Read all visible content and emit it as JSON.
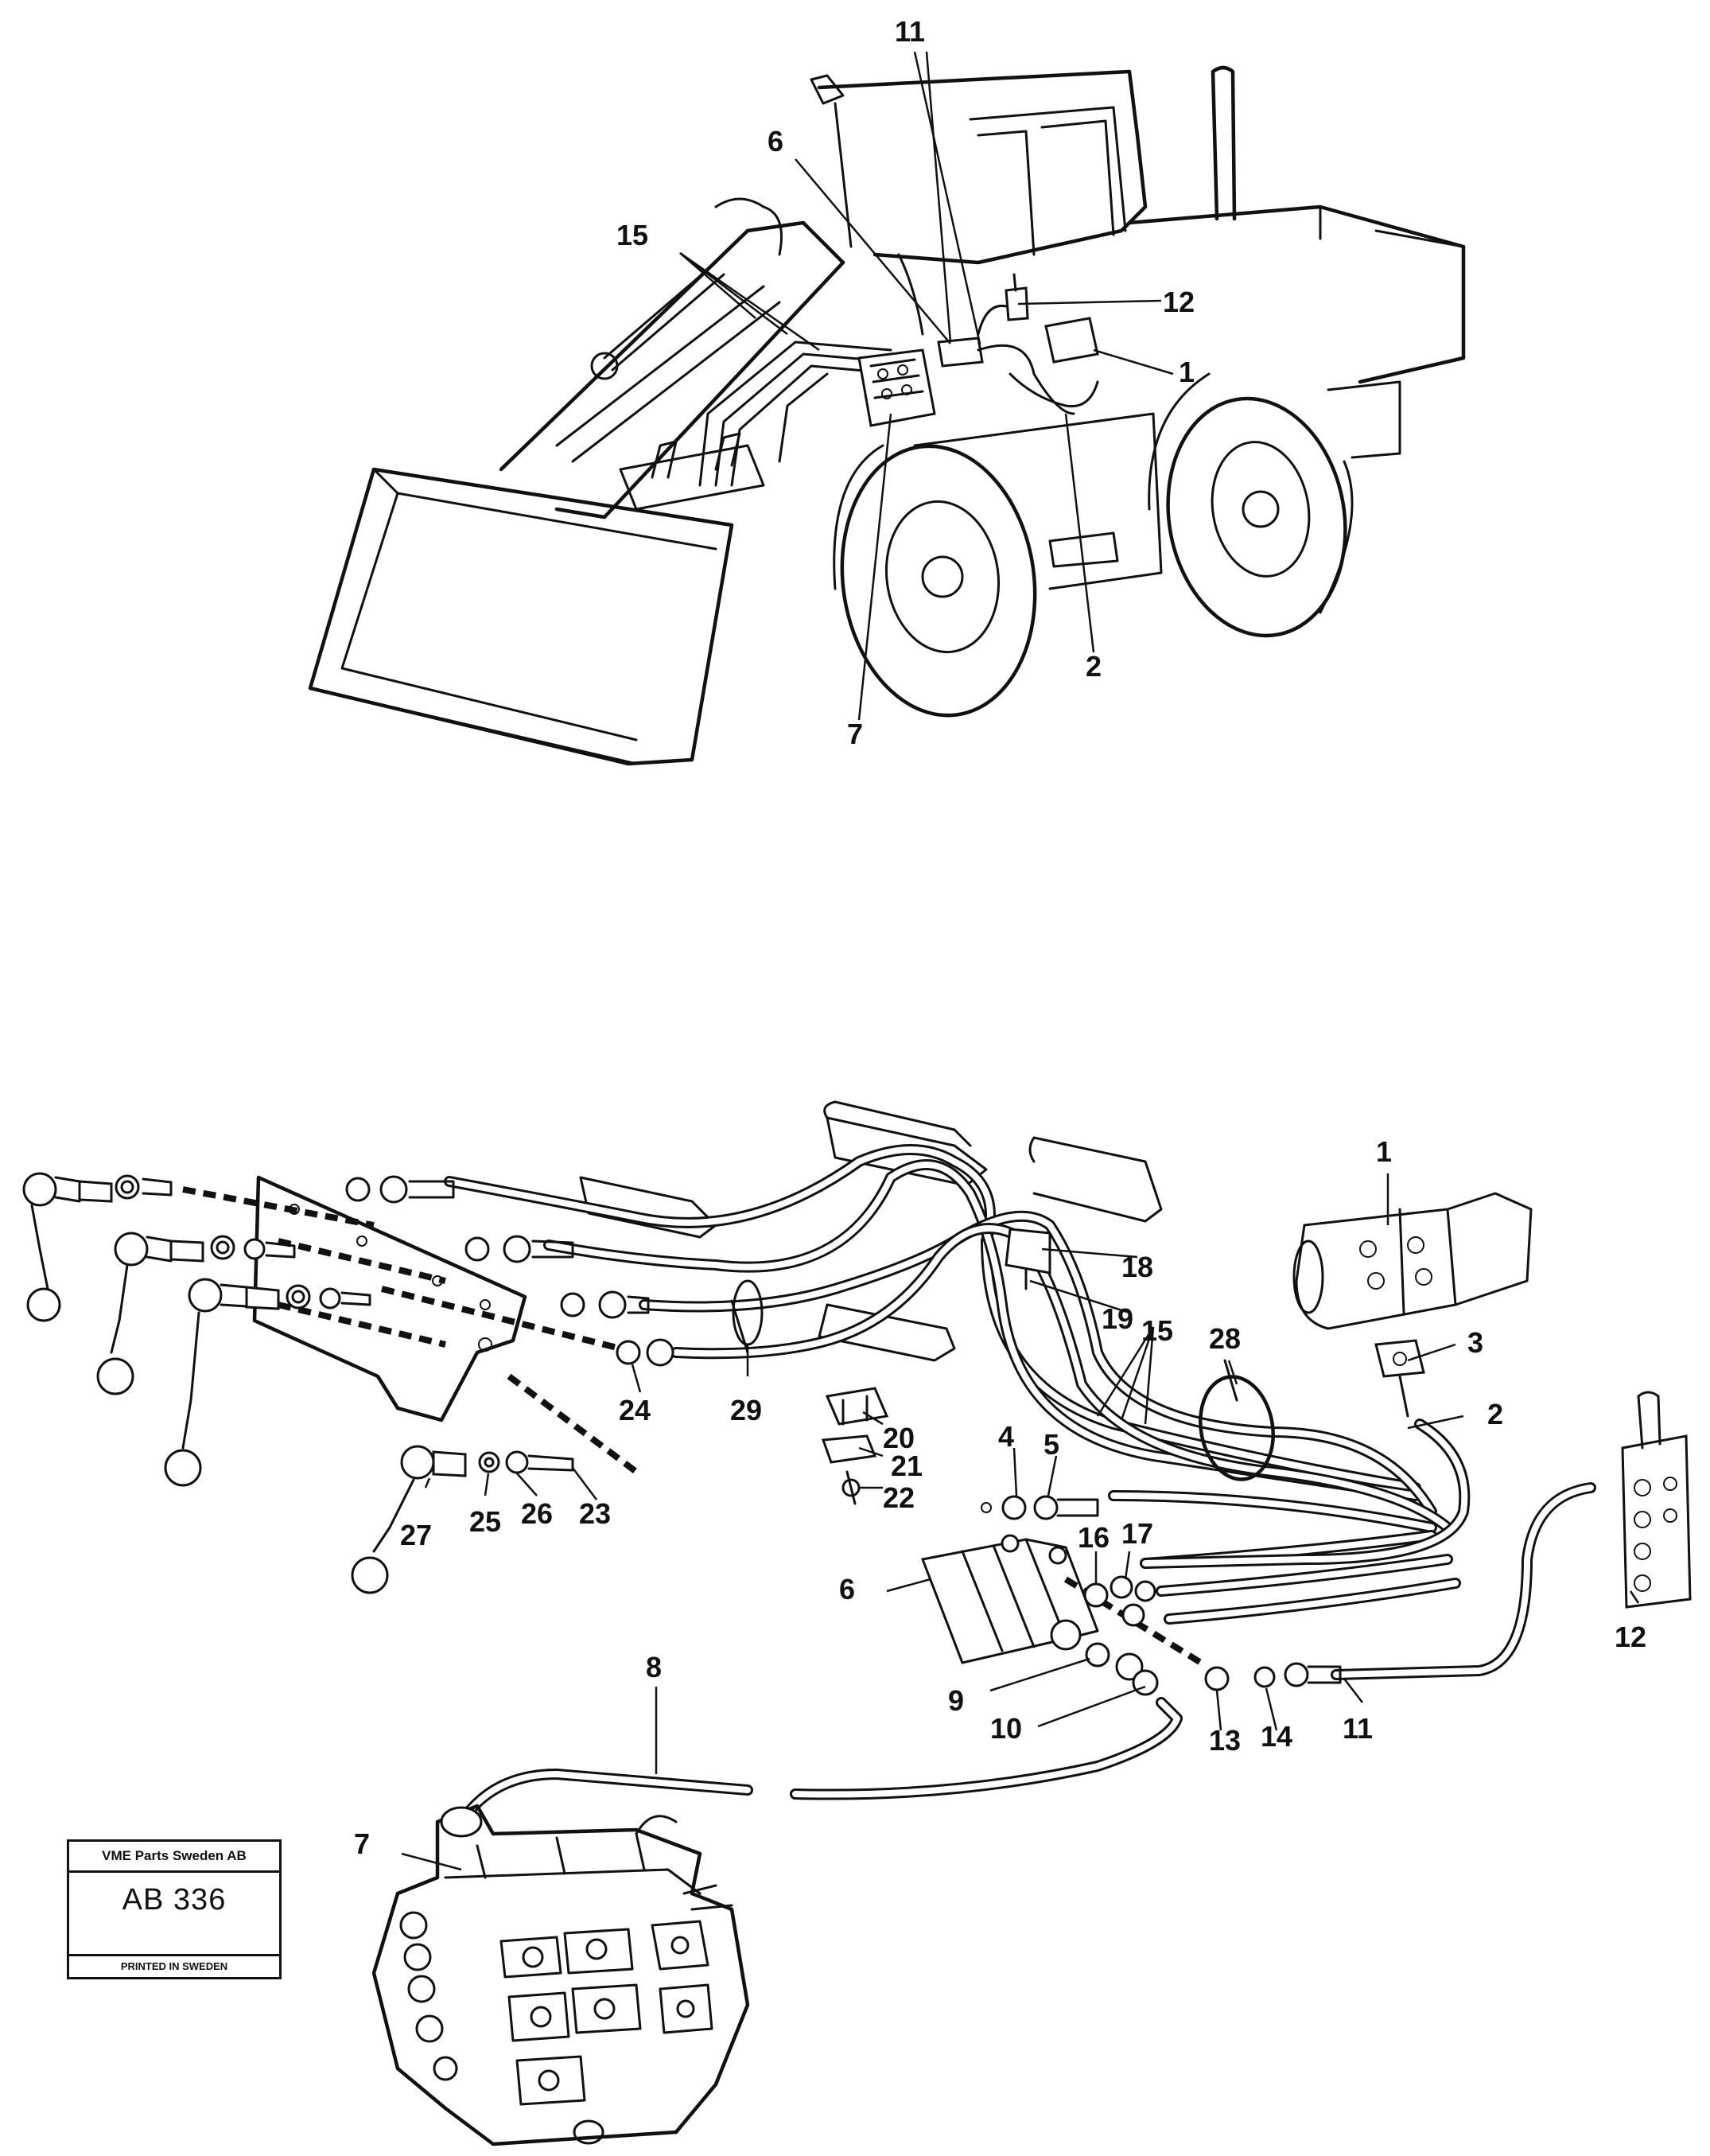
{
  "top_view": {
    "callouts": [
      "11",
      "6",
      "15",
      "12",
      "1",
      "2",
      "7"
    ]
  },
  "detail_view": {
    "callouts": [
      "1",
      "2",
      "3",
      "4",
      "5",
      "6",
      "7",
      "8",
      "9",
      "10",
      "11",
      "12",
      "13",
      "14",
      "15",
      "16",
      "17",
      "18",
      "19",
      "20",
      "21",
      "22",
      "23",
      "24",
      "25",
      "26",
      "27",
      "28",
      "29"
    ]
  },
  "stamp": {
    "company": "VME Parts Sweden AB",
    "code": "AB 336",
    "printed": "PRINTED IN SWEDEN"
  }
}
